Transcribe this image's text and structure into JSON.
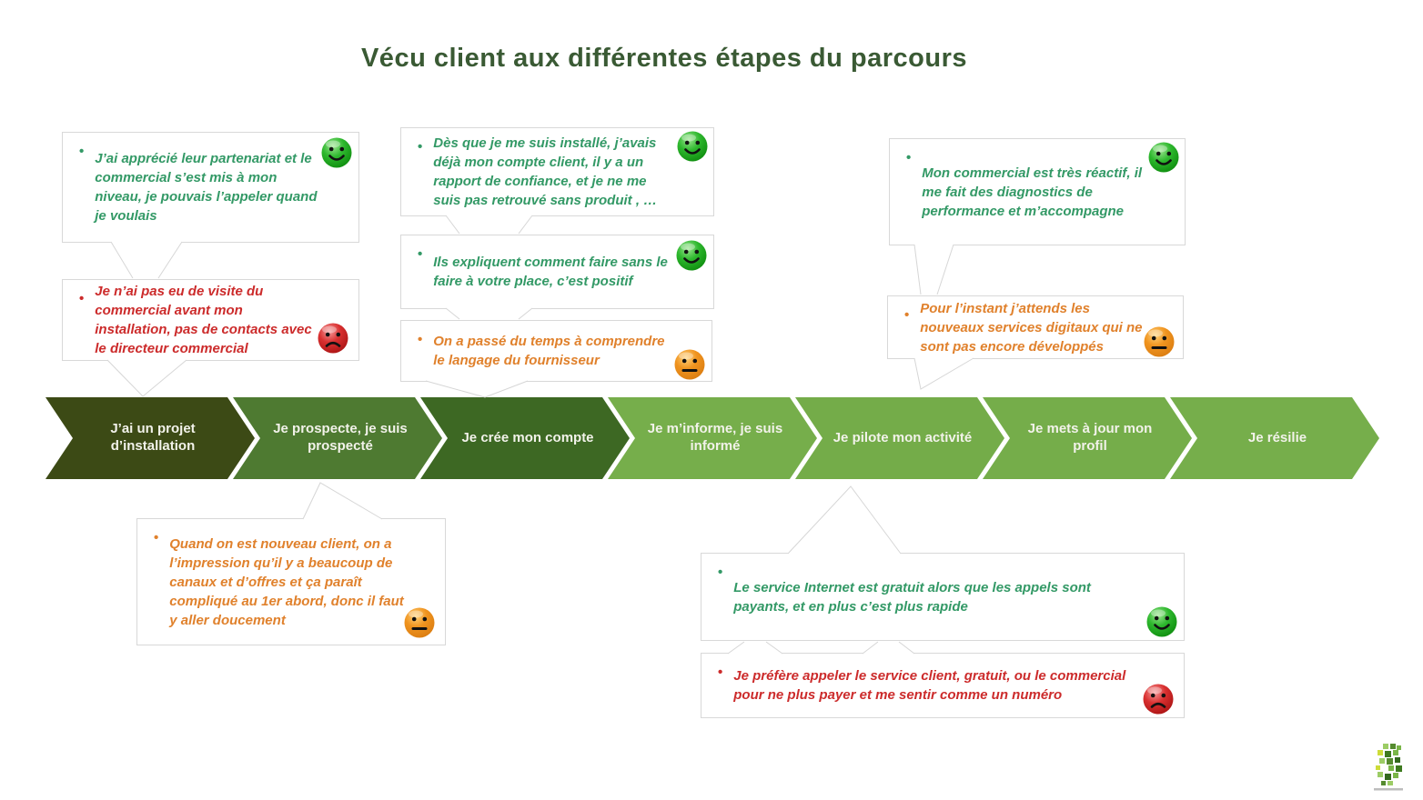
{
  "title": "Vécu client aux différentes étapes du parcours",
  "stages": [
    {
      "label": "J’ai un projet d’installation",
      "color": "#3C4A15"
    },
    {
      "label": "Je prospecte, je suis prospecté",
      "color": "#4E7A31"
    },
    {
      "label": "Je crée mon compte",
      "color": "#3D6823"
    },
    {
      "label": "Je m’informe, je suis informé",
      "color": "#76AE4B"
    },
    {
      "label": "Je pilote mon activité",
      "color": "#74AC49"
    },
    {
      "label": "Je mets à jour mon profil",
      "color": "#75AD4A"
    },
    {
      "label": "Je résilie",
      "color": "#76AE4B"
    }
  ],
  "callouts": [
    {
      "sentiment": "positive",
      "text": "J’ai apprécié leur partenariat et le commercial s’est mis à mon niveau, je pouvais l’appeler quand je voulais"
    },
    {
      "sentiment": "negative",
      "text": "Je n’ai pas eu de visite du commercial avant mon installation, pas de contacts avec le directeur commercial"
    },
    {
      "sentiment": "positive",
      "text": "Dès que je me suis installé, j’avais déjà mon compte client, il y a un rapport de confiance, et je ne me suis pas retrouvé sans produit , …"
    },
    {
      "sentiment": "positive",
      "text": "Ils expliquent comment faire sans le faire à votre place, c’est positif"
    },
    {
      "sentiment": "neutral",
      "text": "On a passé du temps à comprendre le langage du fournisseur"
    },
    {
      "sentiment": "positive",
      "text": "Mon commercial est très réactif, il me fait des diagnostics de performance et m’accompagne"
    },
    {
      "sentiment": "neutral",
      "text": "Pour l’instant j’attends les nouveaux services digitaux qui ne sont pas encore développés"
    },
    {
      "sentiment": "neutral",
      "text": "Quand on est nouveau client, on a l’impression qu’il y a beaucoup de canaux et d’offres et ça paraît compliqué au 1er abord, donc il faut y aller doucement"
    },
    {
      "sentiment": "positive",
      "text": "Le service Internet est gratuit alors que les appels sont payants, et en plus c’est plus rapide"
    },
    {
      "sentiment": "negative",
      "text": "Je préfère appeler le service client, gratuit, ou le commercial pour ne plus payer et me sentir comme un numéro"
    }
  ],
  "sentiment_colors": {
    "positive_text": "#339966",
    "neutral_text": "#E0812C",
    "negative_text": "#CC2B2B",
    "happy_hi": "#9BE48F",
    "happy_mid": "#2EB82E",
    "happy_lo": "#0C8A0C",
    "neutral_hi": "#FFD27A",
    "neutral_mid": "#F0941F",
    "neutral_lo": "#D97B10",
    "sad_hi": "#F59A9A",
    "sad_mid": "#D93030",
    "sad_lo": "#A81212"
  },
  "ui_colors": {
    "title_text": "#3A5A34",
    "callout_border": "#D8D8D8",
    "stage_text": "#F2F2EA",
    "background": "#FFFFFF"
  }
}
